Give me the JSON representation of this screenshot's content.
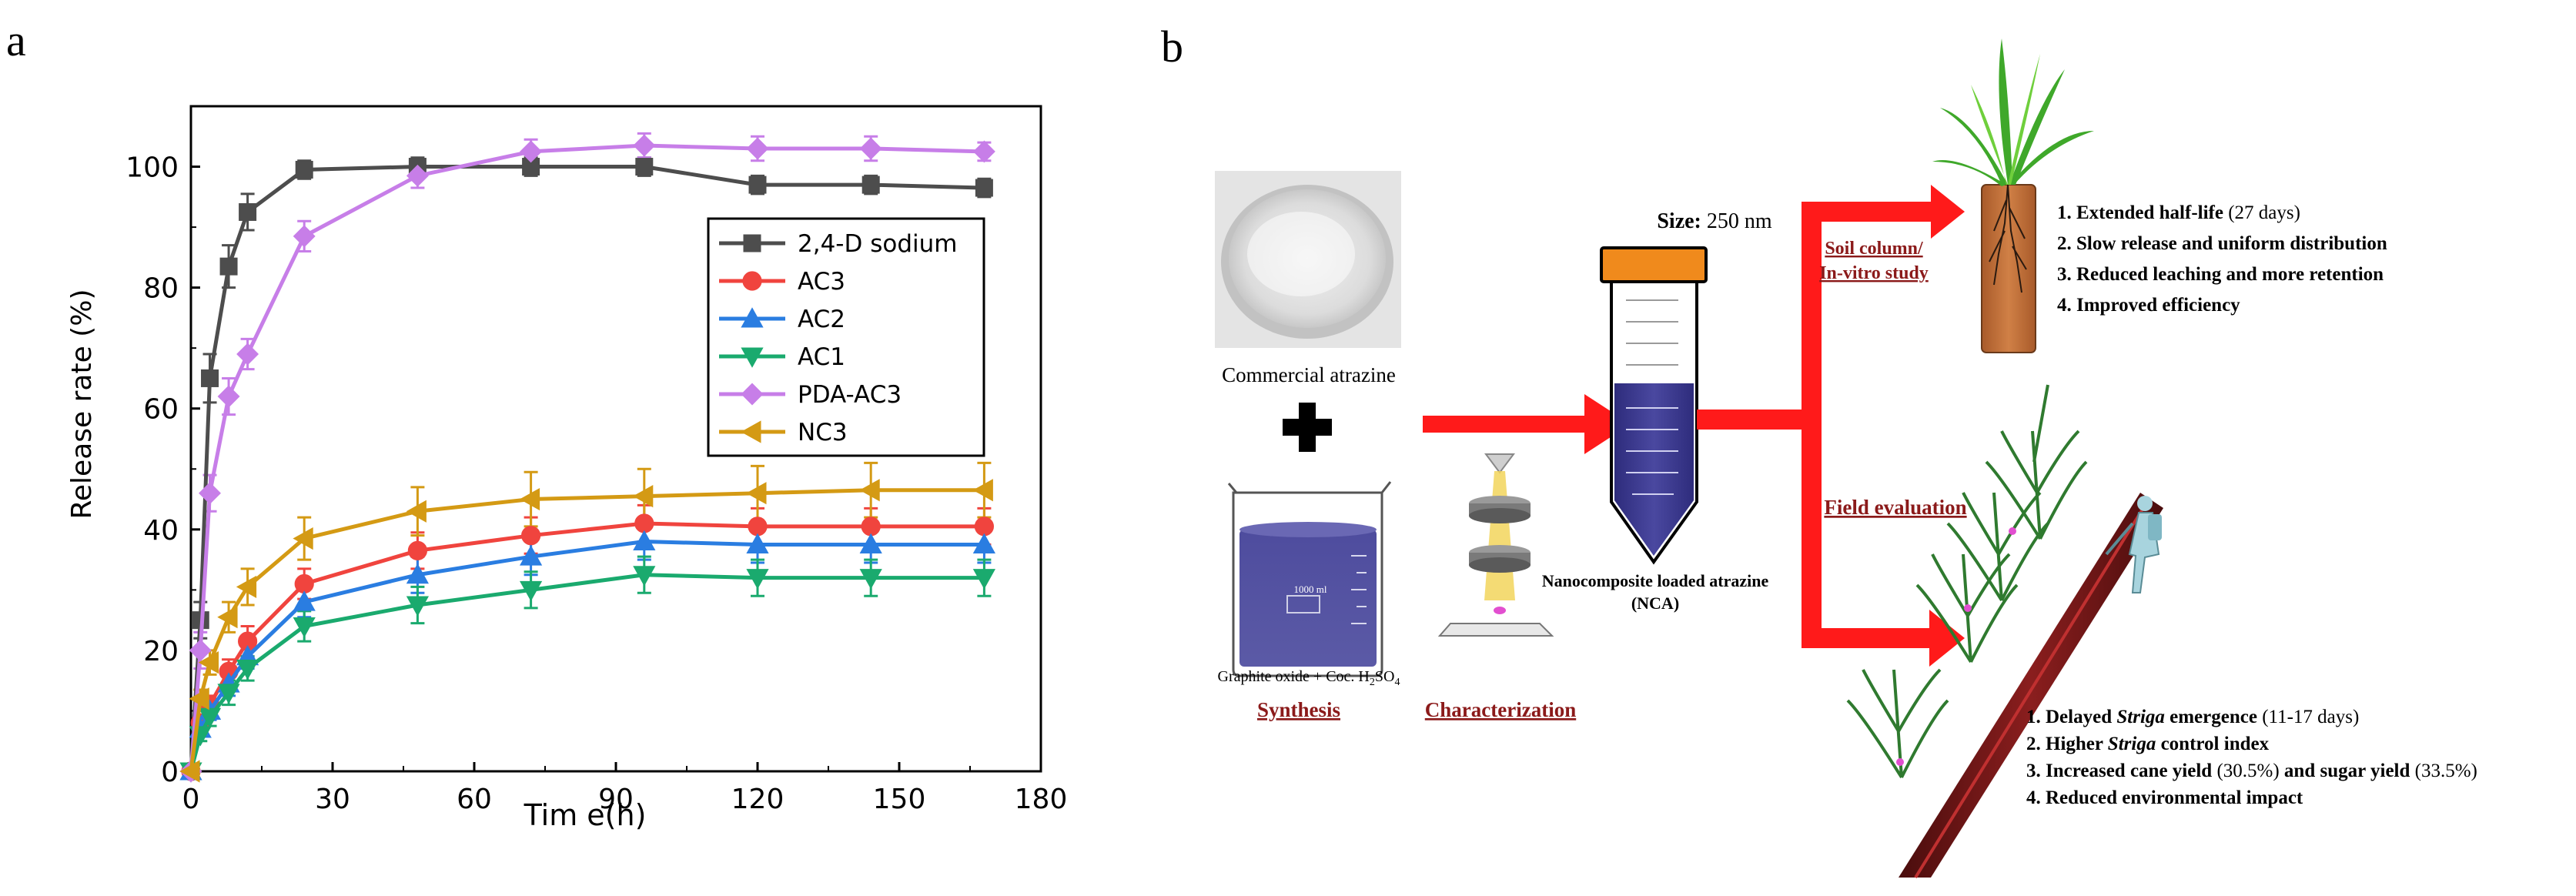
{
  "panel_a_label": "a",
  "panel_b_label": "b",
  "chart_data": {
    "type": "line",
    "title": "",
    "xlabel": "Tim e(h)",
    "ylabel": "Release rate (%)",
    "xlim": [
      0,
      180
    ],
    "ylim": [
      0,
      110
    ],
    "xticks": [
      0,
      30,
      60,
      90,
      120,
      150,
      180
    ],
    "yticks": [
      0,
      20,
      40,
      60,
      80,
      100
    ],
    "legend_position": "top-right",
    "grid": false,
    "error_bars": true,
    "series": [
      {
        "name": "2,4-D sodium",
        "color": "#4d4d4d",
        "marker": "square",
        "x": [
          0,
          2,
          4,
          8,
          12,
          24,
          48,
          72,
          96,
          120,
          144,
          168
        ],
        "y": [
          0,
          25,
          65,
          83.5,
          92.5,
          99.5,
          100,
          100,
          100,
          97,
          97,
          96.5
        ],
        "err": [
          0,
          3,
          4,
          3.5,
          3,
          1.5,
          1.5,
          1.5,
          1.5,
          1.5,
          1.5,
          1.5
        ]
      },
      {
        "name": "AC3",
        "color": "#f0443e",
        "marker": "circle",
        "x": [
          0,
          2,
          4,
          8,
          12,
          24,
          48,
          72,
          96,
          120,
          144,
          168
        ],
        "y": [
          0,
          8,
          11,
          16.5,
          21.5,
          31,
          36.5,
          39,
          41,
          40.5,
          40.5,
          40.5
        ],
        "err": [
          0,
          1,
          1.5,
          2,
          2.5,
          2.5,
          3,
          3,
          3,
          3,
          3,
          3
        ]
      },
      {
        "name": "AC2",
        "color": "#2a7de1",
        "marker": "triangle-up",
        "x": [
          0,
          2,
          4,
          8,
          12,
          24,
          48,
          72,
          96,
          120,
          144,
          168
        ],
        "y": [
          0,
          7,
          10,
          14.5,
          19,
          28,
          32.5,
          35.5,
          38,
          37.5,
          37.5,
          37.5
        ],
        "err": [
          0,
          1,
          1.5,
          2,
          2,
          2.5,
          3,
          3,
          3,
          3,
          3,
          3
        ]
      },
      {
        "name": "AC1",
        "color": "#1aaa6e",
        "marker": "triangle-down",
        "x": [
          0,
          2,
          4,
          8,
          12,
          24,
          48,
          72,
          96,
          120,
          144,
          168
        ],
        "y": [
          0,
          6,
          9,
          13,
          17,
          24,
          27.5,
          30,
          32.5,
          32,
          32,
          32
        ],
        "err": [
          0,
          1,
          1.5,
          2,
          2,
          2.5,
          3,
          3,
          3,
          3,
          3,
          3
        ]
      },
      {
        "name": "PDA-AC3",
        "color": "#c77ee8",
        "marker": "diamond",
        "x": [
          0,
          2,
          4,
          8,
          12,
          24,
          48,
          72,
          96,
          120,
          144,
          168
        ],
        "y": [
          0,
          20,
          46,
          62,
          69,
          88.5,
          98.5,
          102.5,
          103.5,
          103,
          103,
          102.5
        ],
        "err": [
          0,
          3,
          3,
          3,
          2.5,
          2.5,
          2,
          2,
          2,
          2,
          2,
          1.5
        ]
      },
      {
        "name": "NC3",
        "color": "#d49a14",
        "marker": "triangle-left",
        "x": [
          0,
          2,
          4,
          8,
          12,
          24,
          48,
          72,
          96,
          120,
          144,
          168
        ],
        "y": [
          0,
          12,
          18,
          25.5,
          30.5,
          38.5,
          43,
          45,
          45.5,
          46,
          46.5,
          46.5
        ],
        "err": [
          0,
          1.5,
          2,
          2.5,
          3,
          3.5,
          4,
          4.5,
          4.5,
          4.5,
          4.5,
          4.5
        ]
      }
    ]
  },
  "diagram_b": {
    "size_label_bold": "Size:",
    "size_value": " 250 nm",
    "commercial_label": "Commercial atrazine",
    "beaker_volume": "1000 ml",
    "graphite_label_pre": "Graphite oxide + Coc. H",
    "graphite_sub1": "2",
    "graphite_mid": "SO",
    "graphite_sub2": "4",
    "synthesis_label": "Synthesis",
    "characterization_label": "Characterization",
    "nca_line1": "Nanocomposite loaded atrazine",
    "nca_line2": "(NCA)",
    "soil_line1": "Soil column/",
    "soil_line2": "In-vitro study",
    "field_label": "Field evaluation",
    "soil_results": [
      {
        "bold": "1. Extended half-life",
        "normal": " (27 days)"
      },
      {
        "bold": "2. Slow release and uniform distribution",
        "normal": ""
      },
      {
        "bold": "3. Reduced leaching and more retention",
        "normal": ""
      },
      {
        "bold": "4. Improved efficiency",
        "normal": ""
      }
    ],
    "field_results": [
      {
        "parts": [
          {
            "t": "1. Delayed ",
            "s": "b"
          },
          {
            "t": "Striga",
            "s": "bi"
          },
          {
            "t": " emergence",
            "s": "b"
          },
          {
            "t": " (11-17 days)",
            "s": "n"
          }
        ]
      },
      {
        "parts": [
          {
            "t": "2. Higher ",
            "s": "b"
          },
          {
            "t": "Striga",
            "s": "bi"
          },
          {
            "t": " control index",
            "s": "b"
          }
        ]
      },
      {
        "parts": [
          {
            "t": "3. Increased cane yield",
            "s": "b"
          },
          {
            "t": " (30.5%)",
            "s": "n"
          },
          {
            "t": " and sugar yield",
            "s": "b"
          },
          {
            "t": " (33.5%)",
            "s": "n"
          }
        ]
      },
      {
        "parts": [
          {
            "t": "4. Reduced environmental impact",
            "s": "b"
          }
        ]
      }
    ],
    "colors": {
      "arrow": "#ff1a1a",
      "underline_text": "#8b1a1a",
      "liquid": "#3f3d8f",
      "cap": "#f08a1c"
    }
  }
}
